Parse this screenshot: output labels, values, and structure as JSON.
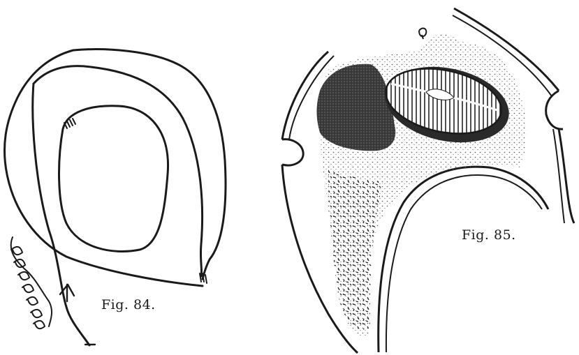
{
  "figures": [
    {
      "id": "fig-84",
      "caption": "Fig. 84."
    },
    {
      "id": "fig-85",
      "caption": "Fig. 85."
    }
  ],
  "colors": {
    "ink": "#1a1a1a",
    "paper": "#ffffff",
    "dark_mass": "#3a3a3a",
    "stipple": "#555555"
  }
}
